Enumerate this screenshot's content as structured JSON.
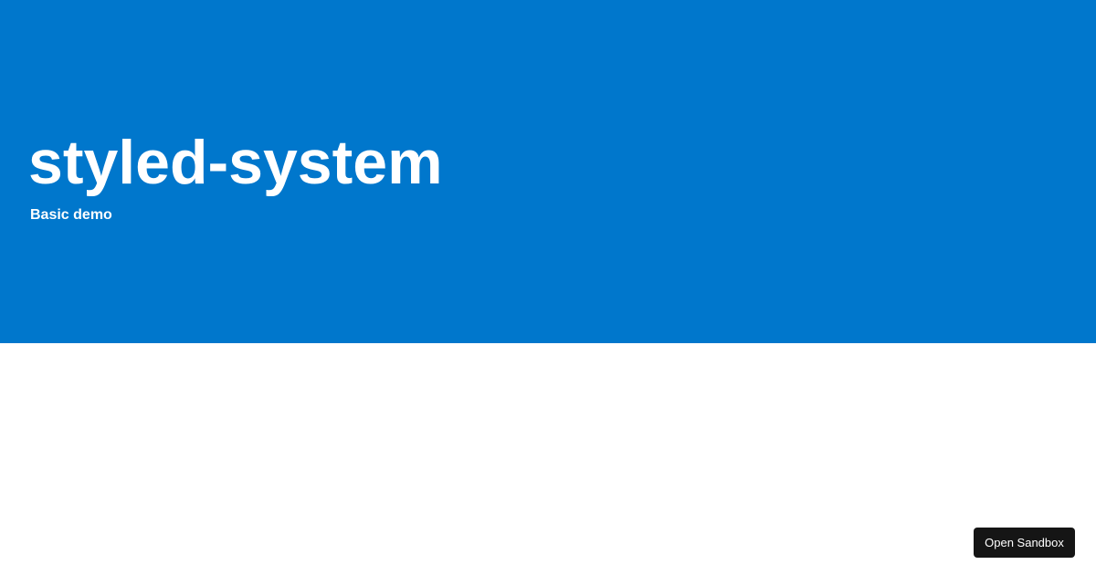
{
  "hero": {
    "title": "styled-system",
    "subtitle": "Basic demo",
    "background_color": "#0077cc",
    "text_color": "#ffffff"
  },
  "actions": {
    "open_sandbox_label": "Open Sandbox",
    "button_color": "#151515"
  }
}
